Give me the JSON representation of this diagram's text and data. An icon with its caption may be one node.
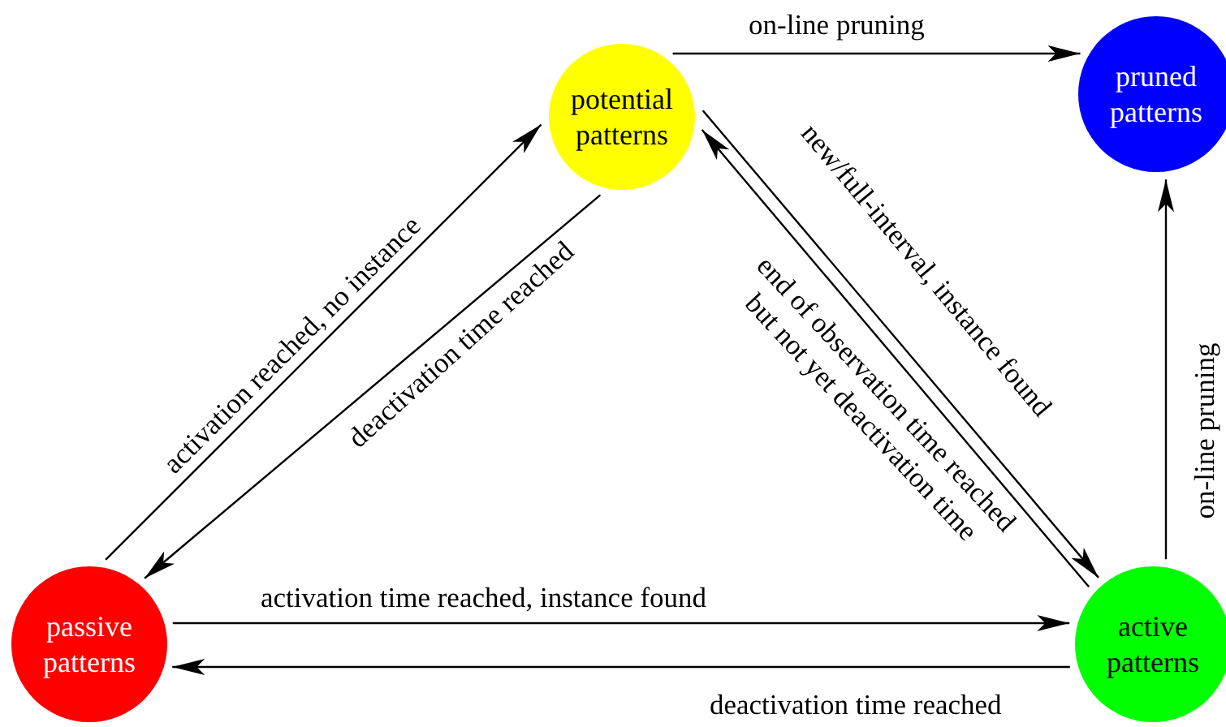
{
  "diagram": {
    "nodes": [
      {
        "text": [
          "potential patterns"
        ]
      },
      {
        "text": [
          "pruned patterns"
        ]
      },
      {
        "text": [
          "passive patterns"
        ]
      },
      {
        "text": [
          "active patterns"
        ]
      }
    ],
    "edges": [
      {
        "from": 0,
        "to": 1,
        "arrow": "to",
        "label": "on-line pruning"
      },
      {
        "from": 2,
        "to": 0,
        "arrow": "to",
        "label": "activation reached, no instance"
      },
      {
        "from": 0,
        "to": 2,
        "arrow": "to",
        "label": "deactivation time reached"
      },
      {
        "from": 0,
        "to": 3,
        "arrow": "to",
        "label": "new/full-interval, instance found"
      },
      {
        "from": 3,
        "to": 0,
        "arrow": "to",
        "label": "end of observation time reached but not yet deactivation time"
      },
      {
        "from": 3,
        "to": 1,
        "arrow": "to",
        "label": "on-line pruning"
      },
      {
        "from": 2,
        "to": 3,
        "arrow": "to",
        "label": "activation time reached, instance found"
      },
      {
        "from": 3,
        "to": 2,
        "arrow": "to",
        "label": "deactivation time reached"
      }
    ]
  }
}
